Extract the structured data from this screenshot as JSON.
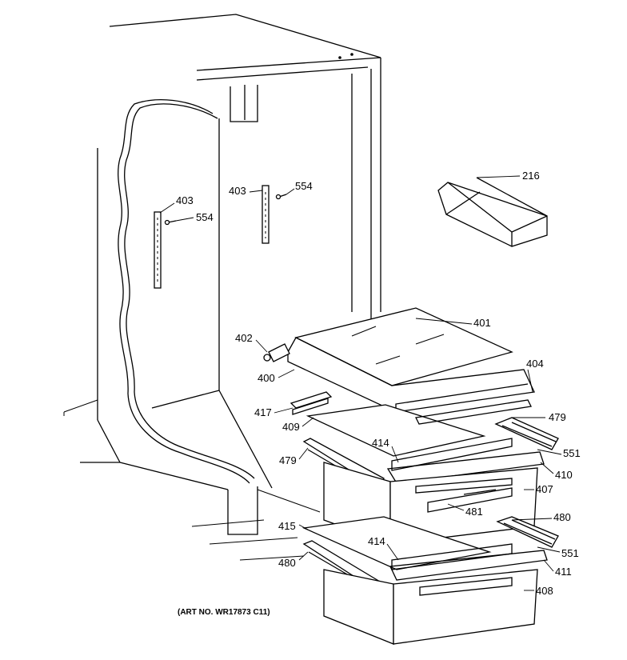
{
  "diagram": {
    "art_number": "(ART NO. WR17873 C11)",
    "callouts": [
      {
        "id": "216",
        "text": "216"
      },
      {
        "id": "403a",
        "text": "403"
      },
      {
        "id": "554a",
        "text": "554"
      },
      {
        "id": "403b",
        "text": "403"
      },
      {
        "id": "554b",
        "text": "554"
      },
      {
        "id": "401",
        "text": "401"
      },
      {
        "id": "402",
        "text": "402"
      },
      {
        "id": "400",
        "text": "400"
      },
      {
        "id": "404",
        "text": "404"
      },
      {
        "id": "417",
        "text": "417"
      },
      {
        "id": "479a",
        "text": "479"
      },
      {
        "id": "409",
        "text": "409"
      },
      {
        "id": "414a",
        "text": "414"
      },
      {
        "id": "551a",
        "text": "551"
      },
      {
        "id": "479b",
        "text": "479"
      },
      {
        "id": "410",
        "text": "410"
      },
      {
        "id": "407",
        "text": "407"
      },
      {
        "id": "481",
        "text": "481"
      },
      {
        "id": "480a",
        "text": "480"
      },
      {
        "id": "415",
        "text": "415"
      },
      {
        "id": "414b",
        "text": "414"
      },
      {
        "id": "551b",
        "text": "551"
      },
      {
        "id": "480b",
        "text": "480"
      },
      {
        "id": "411",
        "text": "411"
      },
      {
        "id": "408",
        "text": "408"
      }
    ]
  }
}
